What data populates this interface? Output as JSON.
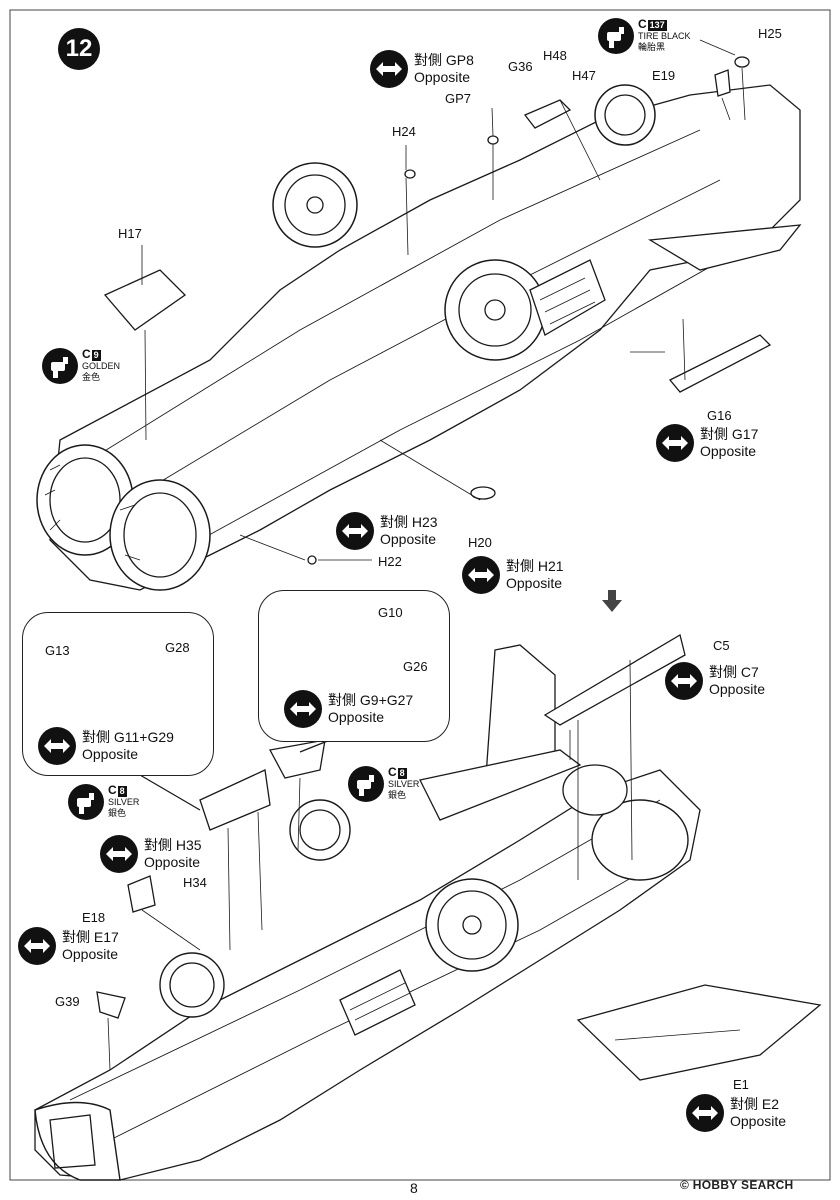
{
  "step": "12",
  "page_number": "8",
  "watermark": "© HOBBY SEARCH",
  "opposite_text": "Opposite",
  "paints": {
    "tire": {
      "code": "C",
      "num": "137",
      "name_en": "TIRE BLACK",
      "name_zh": "輪胎黑"
    },
    "golden": {
      "code": "C",
      "num": "9",
      "name_en": "GOLDEN",
      "name_zh": "金色"
    },
    "silver_left": {
      "code": "C",
      "num": "8",
      "name_en": "SILVER",
      "name_zh": "銀色"
    },
    "silver_right": {
      "code": "C",
      "num": "8",
      "name_en": "SILVER",
      "name_zh": "銀色"
    }
  },
  "opposites": {
    "gp8": "對側 GP8",
    "g17": "對側 G17",
    "h23": "對側 H23",
    "h21": "對側 H21",
    "c7": "對側 C7",
    "g9g27": "對側 G9+G27",
    "g11g29": "對側 G11+G29",
    "h35": "對側 H35",
    "e17": "對側 E17",
    "e2": "對側 E2"
  },
  "parts": {
    "h25": "H25",
    "h48": "H48",
    "g36": "G36",
    "h47": "H47",
    "e19": "E19",
    "gp7": "GP7",
    "h24": "H24",
    "h17": "H17",
    "g16": "G16",
    "h20": "H20",
    "h22": "H22",
    "g10": "G10",
    "g26": "G26",
    "g13": "G13",
    "g28": "G28",
    "c5": "C5",
    "h34": "H34",
    "e18": "E18",
    "g39": "G39",
    "e1": "E1"
  }
}
